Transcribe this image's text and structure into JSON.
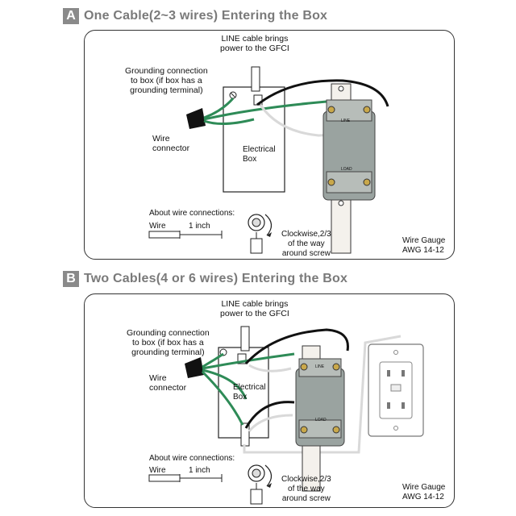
{
  "section_a": {
    "letter": "A",
    "title": "One Cable(2~3 wires) Entering the Box",
    "line_cable_1": "LINE cable brings",
    "line_cable_2": "power to the GFCI",
    "ground_1": "Grounding connection",
    "ground_2": "to box (if box has a",
    "ground_3": "grounding terminal)",
    "wire_connector_1": "Wire",
    "wire_connector_2": "connector",
    "box_1": "Electrical",
    "box_2": "Box",
    "about": "About wire connections:",
    "wire": "Wire",
    "inch": "1 inch",
    "cw_1": "Clockwise,2/3",
    "cw_2": "of the way",
    "cw_3": "around screw",
    "gauge_1": "Wire Gauge",
    "gauge_2": "AWG 14-12",
    "line_tag": "LINE",
    "load_tag": "LOAD"
  },
  "section_b": {
    "letter": "B",
    "title": "Two Cables(4 or 6 wires) Entering the Box",
    "line_cable_1": "LINE cable brings",
    "line_cable_2": "power to the GFCI",
    "ground_1": "Grounding connection",
    "ground_2": "to box (if box has a",
    "ground_3": "grounding terminal)",
    "wire_connector_1": "Wire",
    "wire_connector_2": "connector",
    "box_1": "Electrical",
    "box_2": "Box",
    "about": "About wire connections:",
    "wire": "Wire",
    "inch": "1 inch",
    "cw_1": "Clockwise,2/3",
    "cw_2": "of the way",
    "cw_3": "around screw",
    "gauge_1": "Wire Gauge",
    "gauge_2": "AWG 14-12",
    "line_tag": "LINE",
    "load_tag": "LOAD"
  },
  "colors": {
    "ground_wire": "#2e8b57",
    "hot_wire": "#111111",
    "neutral_wire": "#d9d9d9",
    "gfci_body": "#9aa3a0",
    "outlet_plate": "#ffffff"
  }
}
